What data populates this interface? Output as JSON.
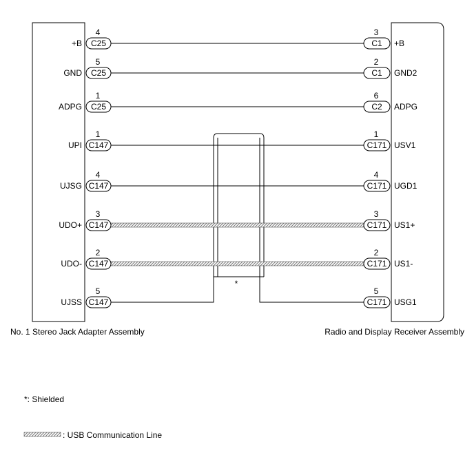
{
  "left_component": {
    "name": "No. 1 Stereo Jack Adapter Assembly"
  },
  "right_component": {
    "name": "Radio and Display Receiver Assembly"
  },
  "wires": [
    {
      "left_pin": "4",
      "left_conn": "C25",
      "left_signal": "+B",
      "right_pin": "3",
      "right_conn": "C1",
      "right_signal": "+B",
      "kind": "normal"
    },
    {
      "left_pin": "5",
      "left_conn": "C25",
      "left_signal": "GND",
      "right_pin": "2",
      "right_conn": "C1",
      "right_signal": "GND2",
      "kind": "normal"
    },
    {
      "left_pin": "1",
      "left_conn": "C25",
      "left_signal": "ADPG",
      "right_pin": "6",
      "right_conn": "C2",
      "right_signal": "ADPG",
      "kind": "normal"
    },
    {
      "left_pin": "1",
      "left_conn": "C147",
      "left_signal": "UPI",
      "right_pin": "1",
      "right_conn": "C171",
      "right_signal": "USV1",
      "kind": "normal"
    },
    {
      "left_pin": "4",
      "left_conn": "C147",
      "left_signal": "UJSG",
      "right_pin": "4",
      "right_conn": "C171",
      "right_signal": "UGD1",
      "kind": "normal"
    },
    {
      "left_pin": "3",
      "left_conn": "C147",
      "left_signal": "UDO+",
      "right_pin": "3",
      "right_conn": "C171",
      "right_signal": "US1+",
      "kind": "usb"
    },
    {
      "left_pin": "2",
      "left_conn": "C147",
      "left_signal": "UDO-",
      "right_pin": "2",
      "right_conn": "C171",
      "right_signal": "US1-",
      "kind": "usb"
    },
    {
      "left_pin": "5",
      "left_conn": "C147",
      "left_signal": "UJSS",
      "right_pin": "5",
      "right_conn": "C171",
      "right_signal": "USG1",
      "kind": "shield"
    }
  ],
  "shield": {
    "marker": "*"
  },
  "legend": {
    "shielded": "*: Shielded",
    "usb_line": ": USB Communication Line"
  }
}
